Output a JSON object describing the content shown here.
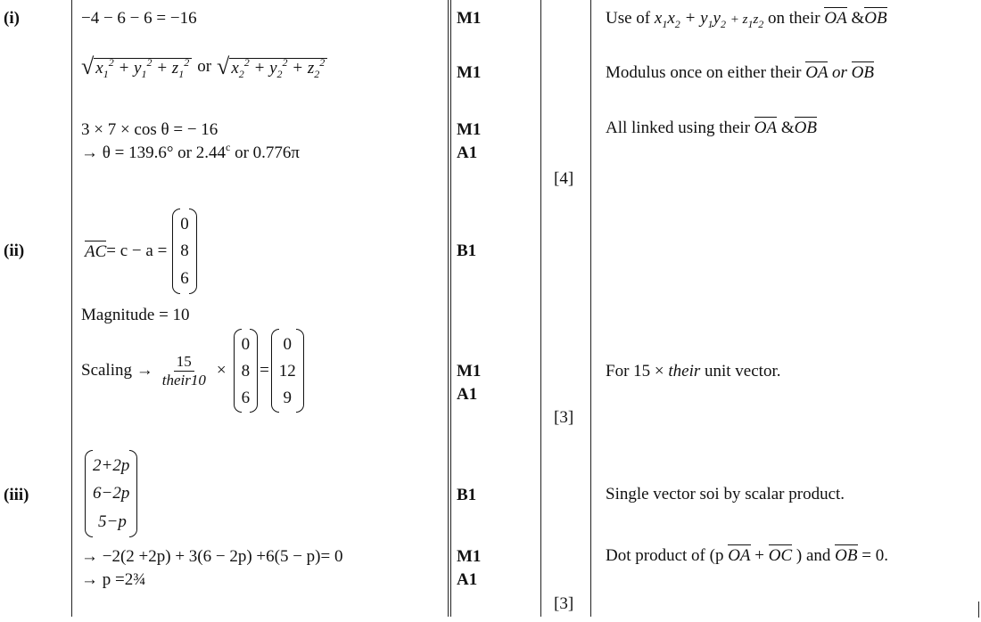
{
  "parts": {
    "p1": "(i)",
    "p2": "(ii)",
    "p3": "(iii)"
  },
  "rows": {
    "r1": "−4 − 6 − 6 = −16",
    "r2_or": "or",
    "r3a": "3 × 7 × cos θ = − 16",
    "r3b": "→  θ = 139.6° or 2.44",
    "r3b_sup": "c",
    "r3b_end": " or 0.776π",
    "r4_lhs": "AC",
    "r4_mid": " = c − a =",
    "r4_vec": [
      "0",
      "8",
      "6"
    ],
    "r5": "Magnitude = 10",
    "r6_label": "Scaling →",
    "r6_num": "15",
    "r6_den": "their10",
    "r6_times": "×",
    "r6_vec1": [
      "0",
      "8",
      "6"
    ],
    "r6_eq": "=",
    "r6_vec2": [
      "0",
      "12",
      "9"
    ],
    "r7_vec": [
      "2+2p",
      "6−2p",
      "5−p"
    ],
    "r8": "→ −2(2 +2p) + 3(6 − 2p) +6(5 − p)= 0",
    "r9": "→  p =2¾"
  },
  "marks": {
    "m1": "M1",
    "m2": "M1",
    "m3": "M1",
    "m4": "A1",
    "m5": "B1",
    "m6": "M1",
    "m7": "A1",
    "m8": "B1",
    "m9": "M1",
    "m10": "A1"
  },
  "totals": {
    "t1": "[4]",
    "t2": "[3]",
    "t3": "[3]"
  },
  "guidance": {
    "g1_a": "Use  of ",
    "g1_b": " on their ",
    "g1_oa": "OA",
    "g1_and": " &",
    "g1_ob": "OB",
    "g2_a": "Modulus once on either their ",
    "g2_oa": "OA",
    "g2_or": " or ",
    "g2_ob": "OB",
    "g3_a": "All linked using their ",
    "g3_oa": "OA",
    "g3_and": " &",
    "g3_ob": "OB",
    "g4_a": "For 15 × ",
    "g4_b": "their",
    "g4_c": " unit vector.",
    "g5": "Single vector soi by scalar product.",
    "g6_a": "Dot product of (p ",
    "g6_oa": "OA",
    "g6_plus": "  + ",
    "g6_oc": "OC",
    "g6_b": " ) and ",
    "g6_ob": "OB",
    "g6_c": " = 0."
  }
}
